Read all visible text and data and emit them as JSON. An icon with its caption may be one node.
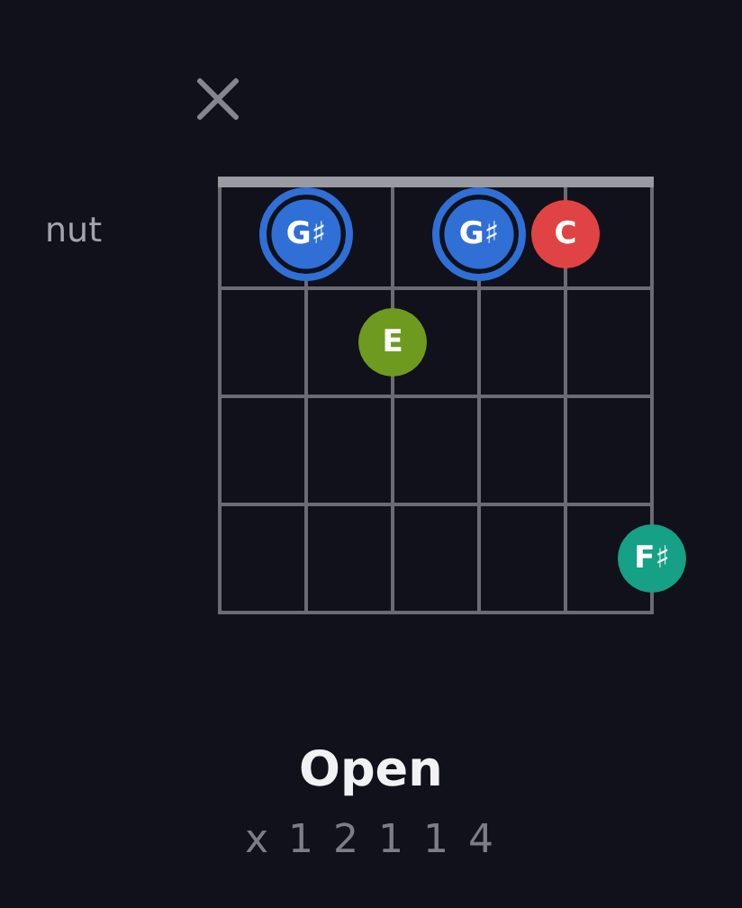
{
  "diagram": {
    "title": "Open",
    "nodes": [
      {
        "text": [
          "G♯"
        ]
      },
      {
        "text": [
          "G♯"
        ]
      },
      {
        "text": [
          "C"
        ]
      },
      {
        "text": [
          "E"
        ]
      },
      {
        "text": [
          "F♯"
        ]
      }
    ],
    "labels": [
      "nut",
      "x 1 2 1 1 4"
    ]
  }
}
